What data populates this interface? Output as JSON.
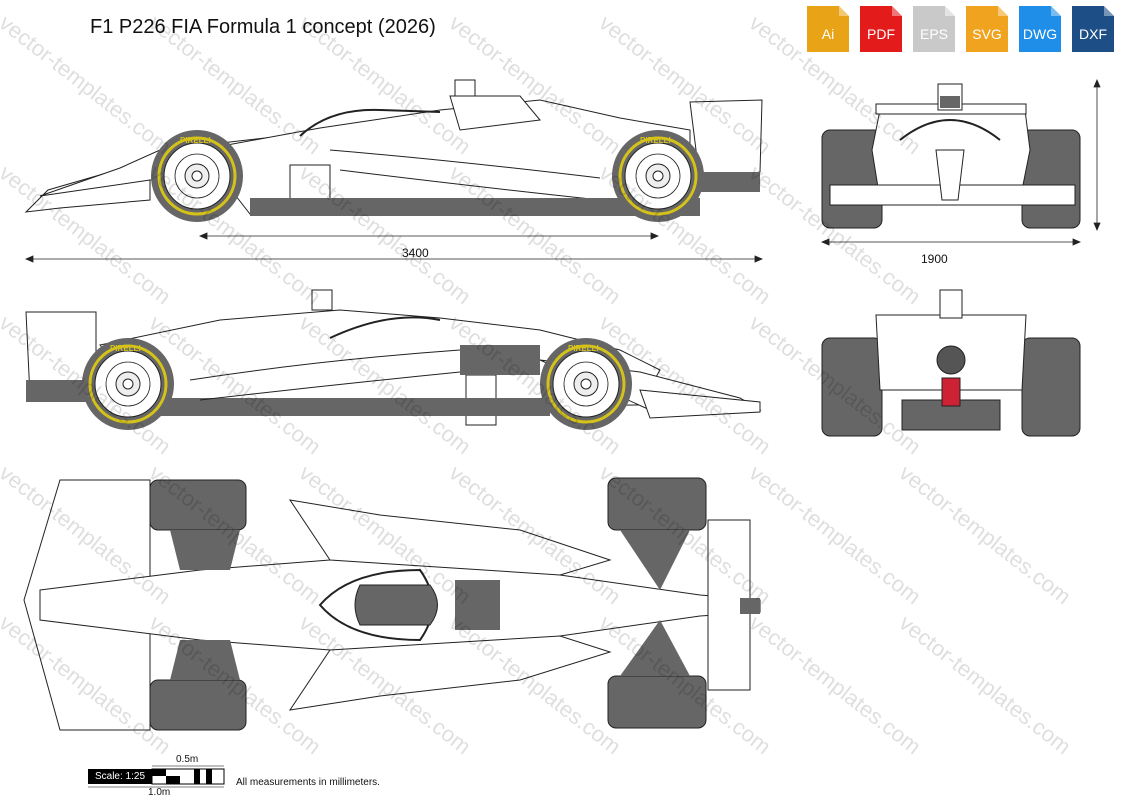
{
  "title": "F1 P226 FIA Formula 1 concept (2026)",
  "formats": [
    {
      "label": "Ai",
      "color": "#e8a317"
    },
    {
      "label": "PDF",
      "color": "#e31b1b"
    },
    {
      "label": "EPS",
      "color": "#c9c9c9"
    },
    {
      "label": "SVG",
      "color": "#f0a31e"
    },
    {
      "label": "DWG",
      "color": "#1e8ee8"
    },
    {
      "label": "DXF",
      "color": "#1d4f86"
    }
  ],
  "dimensions": {
    "length": "3400",
    "width": "1900"
  },
  "scale": {
    "label": "Scale: 1:25",
    "half": "0.5m",
    "full": "1.0m"
  },
  "note": "All measurements in millimeters.",
  "watermark": "vector-templates.com",
  "tire_brand": "PIRELLI",
  "colors": {
    "tire": "#666666",
    "tire_stripe": "#d4c21a",
    "line": "#222222"
  }
}
